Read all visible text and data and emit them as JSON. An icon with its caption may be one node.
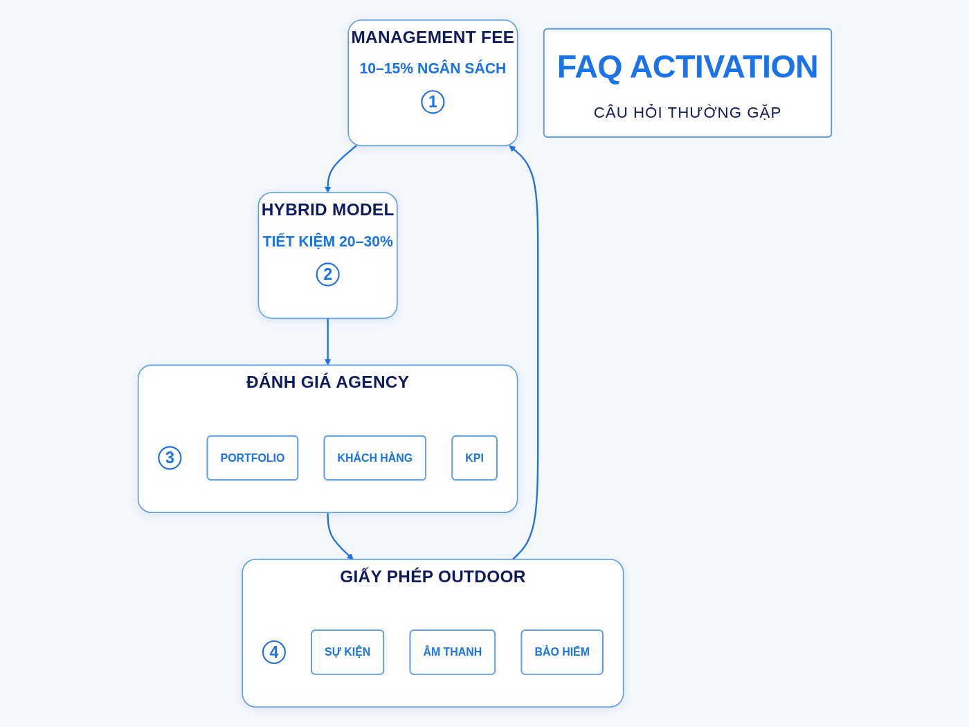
{
  "diagram": {
    "nodes": [
      {
        "text": [
          "MANAGEMENT FEE",
          "10–15% NGÂN SÁCH"
        ]
      },
      {
        "text": [
          "1"
        ],
        "in": 0
      },
      {
        "text": [
          "HYBRID MODEL",
          "TIẾT KIỆM 20–30%"
        ]
      },
      {
        "text": [
          "2"
        ],
        "in": 2
      },
      {
        "text": [
          "FAQ ACTIVATION",
          "CÂU HỎI THƯỜNG GẶP"
        ]
      },
      {
        "text": [
          "GIẤY PHÉP OUTDOOR"
        ]
      },
      {
        "text": [
          "4"
        ],
        "in": 5
      },
      {
        "text": [
          "SỰ KIỆN"
        ],
        "in": 5
      },
      {
        "text": [
          "ÂM THANH"
        ],
        "in": 5
      },
      {
        "text": [
          "BẢO HIỂM"
        ],
        "in": 5
      },
      {
        "text": [
          "ĐÁNH GIÁ AGENCY"
        ]
      },
      {
        "text": [
          "3"
        ],
        "in": 10
      },
      {
        "text": [
          "PORTFOLIO"
        ],
        "in": 10
      },
      {
        "text": [
          "KHÁCH HÀNG"
        ],
        "in": 10
      },
      {
        "text": [
          "KPI"
        ],
        "in": 10
      }
    ],
    "edges": [
      {
        "from": 0,
        "to": 2,
        "arrow": "to"
      },
      {
        "from": 2,
        "to": 10,
        "arrow": "to"
      },
      {
        "from": 10,
        "to": 5,
        "arrow": "to"
      },
      {
        "from": 5,
        "to": 0,
        "arrow": "to"
      }
    ]
  }
}
